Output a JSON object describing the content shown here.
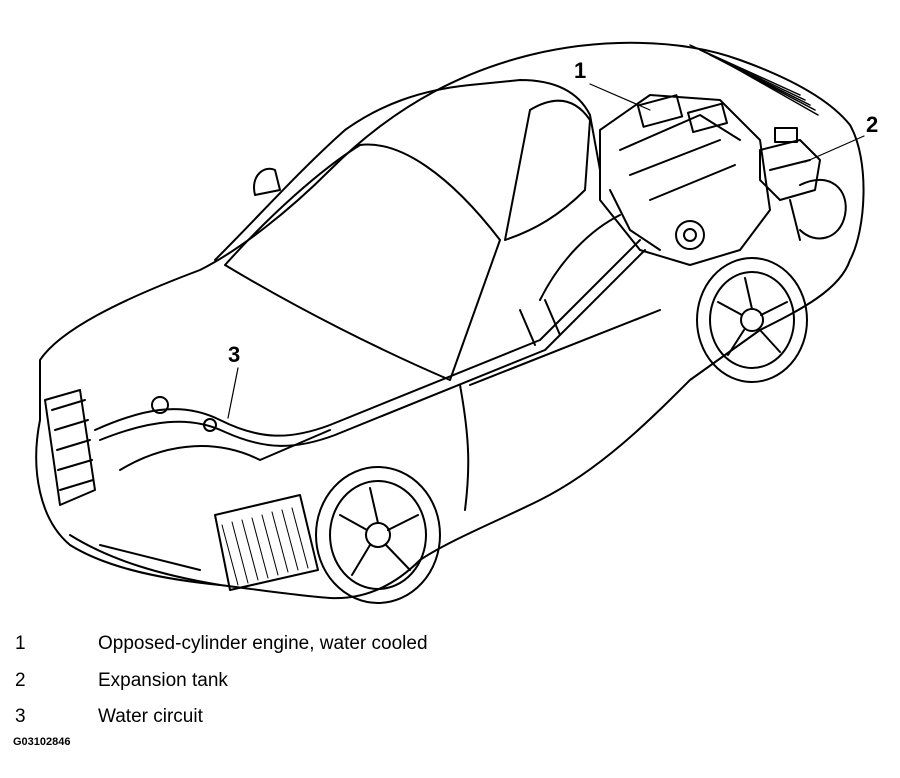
{
  "callouts": [
    {
      "number": "1"
    },
    {
      "number": "2"
    },
    {
      "number": "3"
    }
  ],
  "legend": [
    {
      "number": "1",
      "text": "Opposed-cylinder engine, water cooled"
    },
    {
      "number": "2",
      "text": "Expansion tank"
    },
    {
      "number": "3",
      "text": "Water circuit"
    }
  ],
  "figure_code": "G03102846",
  "colors": {
    "line": "#000000",
    "background": "#ffffff"
  }
}
